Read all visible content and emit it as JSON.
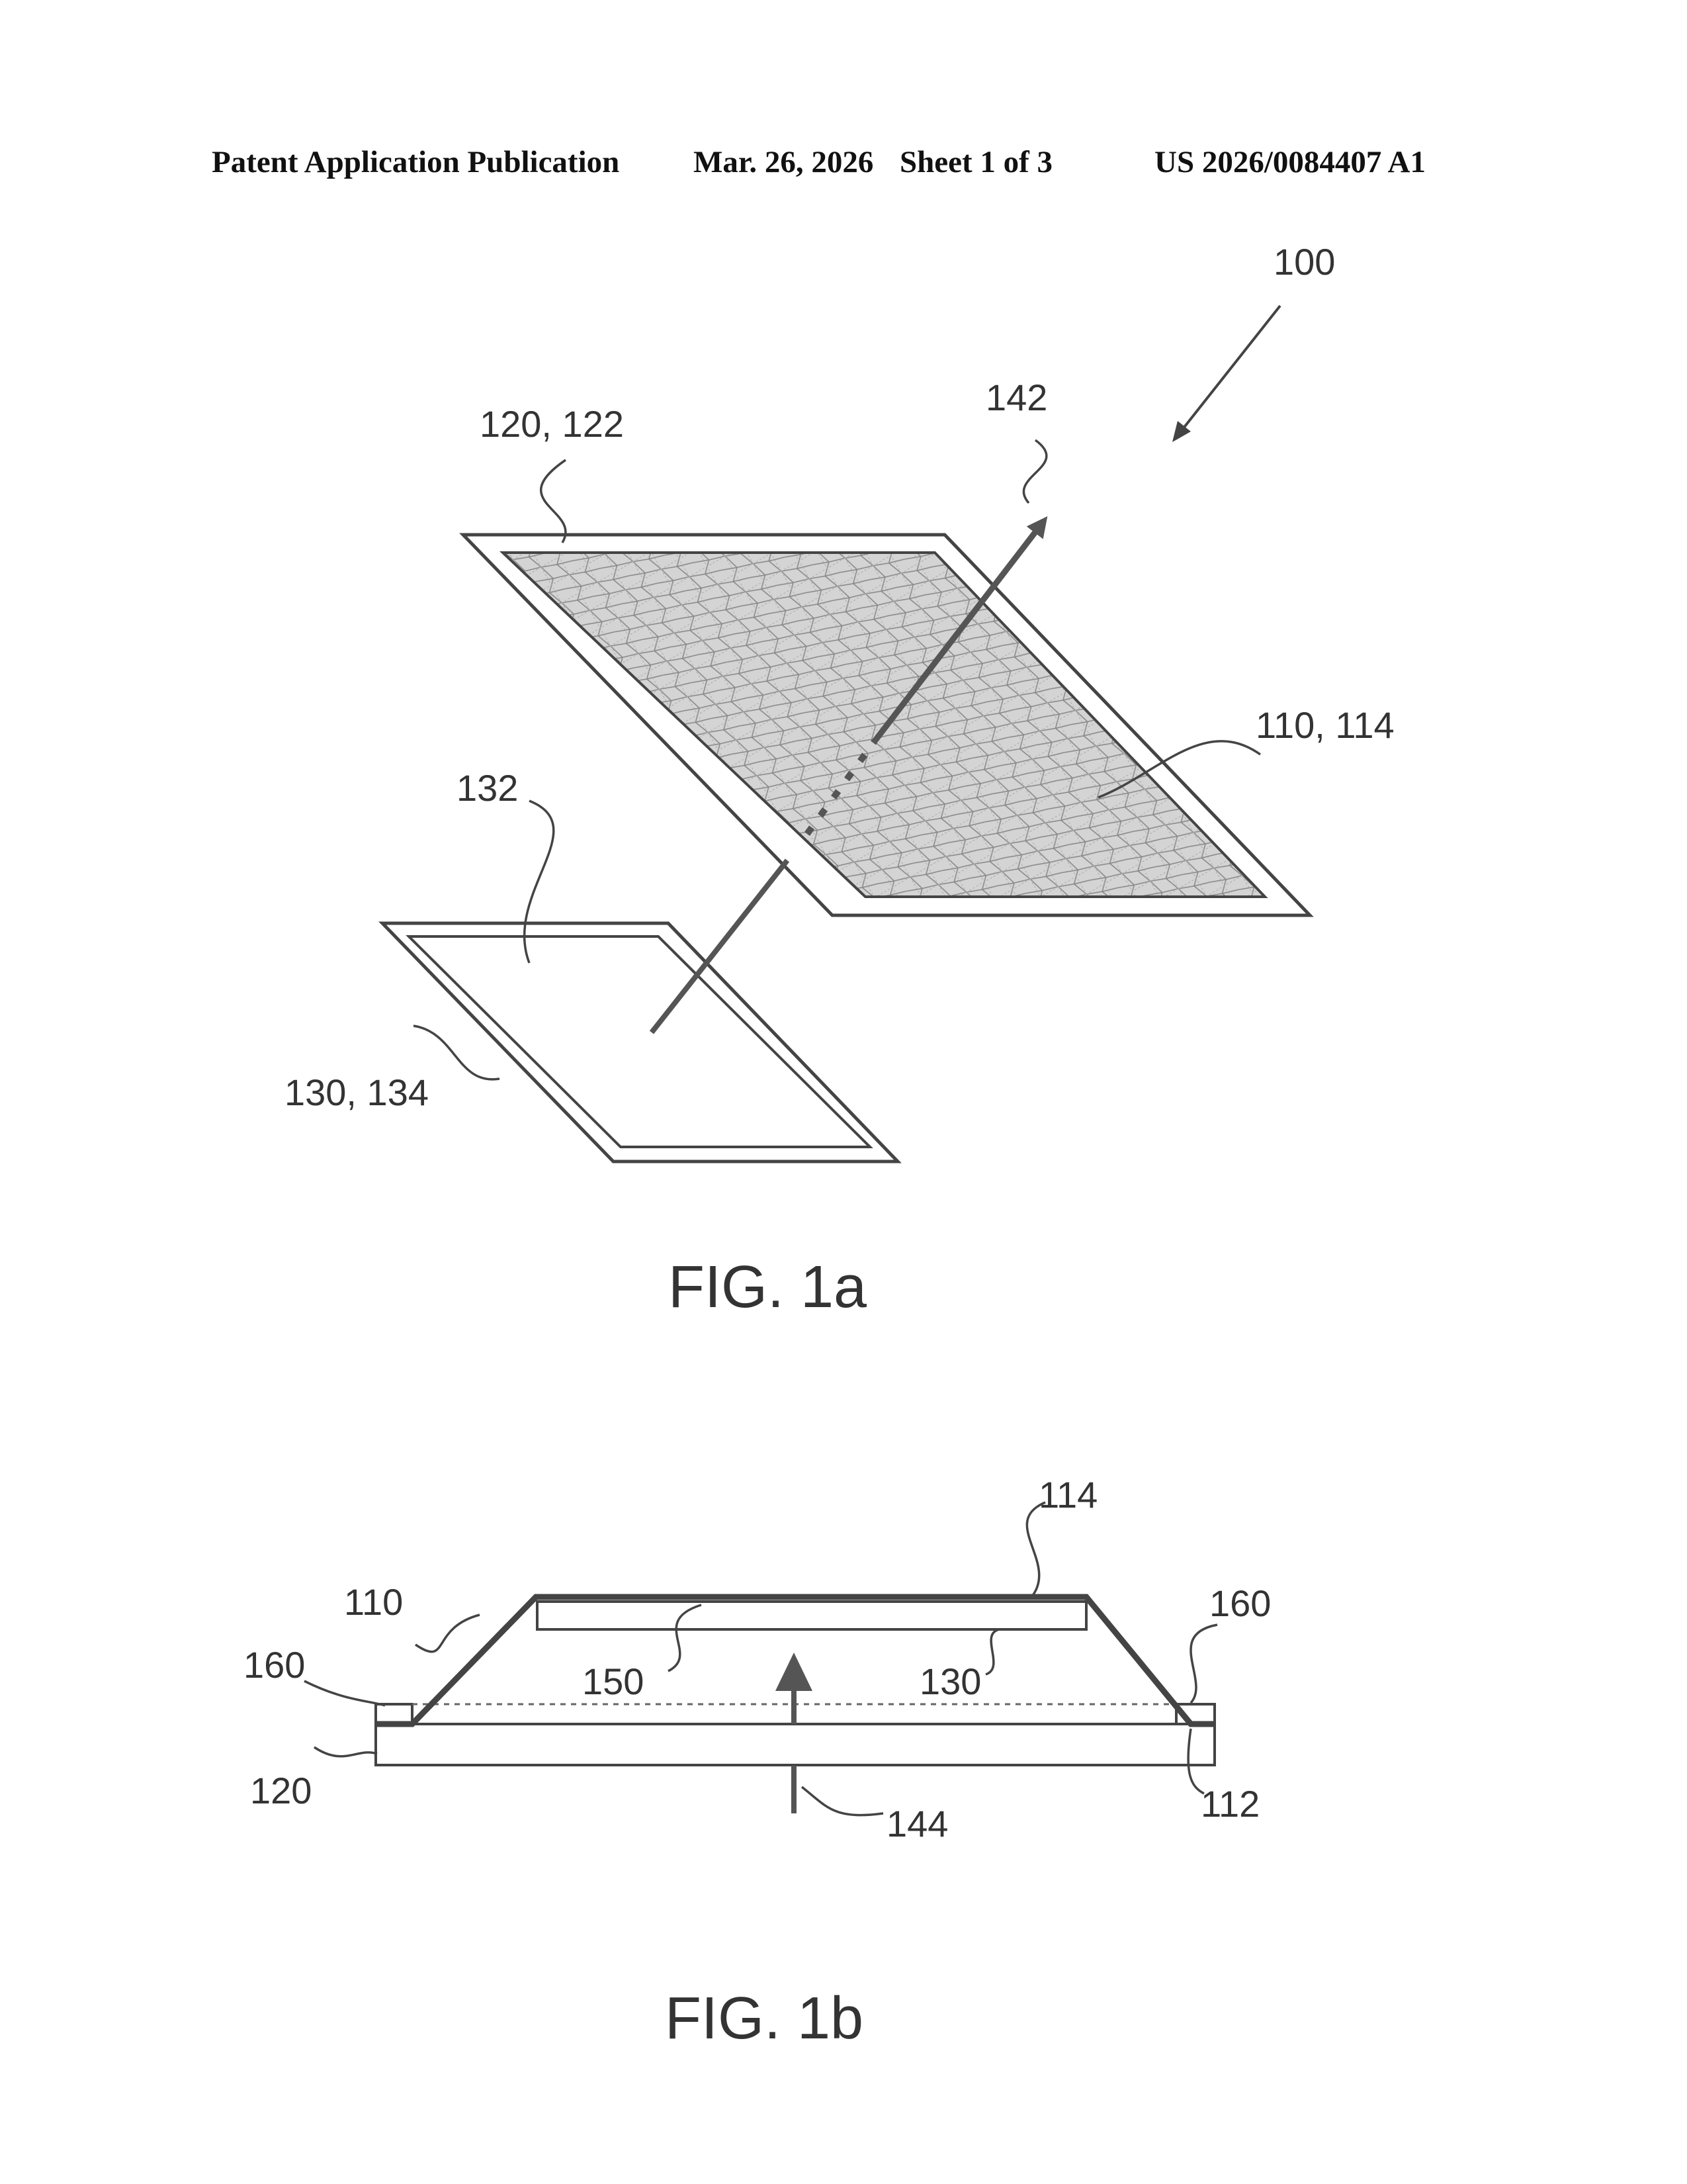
{
  "header": {
    "left": "Patent Application Publication",
    "date": "Mar. 26, 2026",
    "sheet": "Sheet 1 of 3",
    "number": "US 2026/0084407 A1"
  },
  "figures": [
    {
      "caption": "FIG. 1a",
      "labels": {
        "device": "100",
        "exit_arrow": "142",
        "frame_top": "120, 122",
        "membrane": "110, 114",
        "sample_area": "132",
        "bottom_frame": "130, 134"
      }
    },
    {
      "caption": "FIG. 1b",
      "labels": {
        "top_layer": "114",
        "membrane": "110",
        "spacer_right": "160",
        "spacer_left": "160",
        "cavity": "150",
        "inner_plate": "130",
        "substrate": "120",
        "incoming_arrow": "144",
        "edge": "112"
      }
    }
  ],
  "colors": {
    "line": "#444444",
    "text": "#333333",
    "mesh_fill": "#cfcfcf"
  }
}
